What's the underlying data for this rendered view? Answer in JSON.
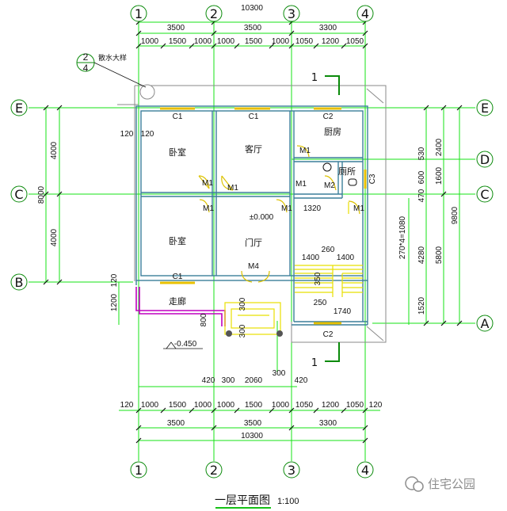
{
  "plan": {
    "title": "一层平面图",
    "scale": "1:100",
    "watermark": "住宅公园",
    "colors": {
      "grid": "#16e316",
      "wall": "#3b7f9a",
      "door": "#dcc200",
      "window": "#e8c000",
      "rail": "#c000c0",
      "stair": "#e8e000",
      "cut": "#0a8a0a"
    },
    "axes": {
      "vertical": [
        "1",
        "2",
        "3",
        "4"
      ],
      "horizontal": [
        "E",
        "D",
        "C",
        "B",
        "A"
      ]
    },
    "bubble_detail": {
      "top": "2",
      "bottom": "4",
      "note": "散水大样"
    },
    "section_mark": "1",
    "top_dims": {
      "total": "10300",
      "spans": [
        "3500",
        "3500",
        "3300"
      ],
      "segments": [
        "1000",
        "1500",
        "1000",
        "1000",
        "1500",
        "1000",
        "1050",
        "1200",
        "1050"
      ]
    },
    "bottom_dims": {
      "total": "10300",
      "spans": [
        "3500",
        "3500",
        "3300"
      ],
      "segments": [
        "120",
        "1000",
        "1500",
        "1000",
        "1000",
        "1500",
        "1000",
        "1050",
        "1200",
        "1050",
        "120"
      ],
      "entry": [
        "420",
        "300",
        "2060",
        "300",
        "420"
      ]
    },
    "left_dims": {
      "total": "8000",
      "spans": [
        "4000",
        "4000"
      ],
      "corridor": "1200",
      "wall_offset": "120"
    },
    "right_dims": {
      "outer": "9800",
      "col1": [
        "2400",
        "5800",
        "1520"
      ],
      "col2": [
        "530",
        "600",
        "1600",
        "470",
        "4280"
      ],
      "col3": [
        "270*4=1080"
      ]
    },
    "rooms": {
      "bedroom_top": "卧室",
      "living": "客厅",
      "kitchen": "厨房",
      "toilet": "厕所",
      "bedroom_bottom": "卧室",
      "foyer": "门厅",
      "corridor": "走廊"
    },
    "windows": [
      "C1",
      "C1",
      "C2",
      "C3",
      "C1",
      "C2"
    ],
    "doors": [
      "M1",
      "M1",
      "M1",
      "M1",
      "M1",
      "M1",
      "M2",
      "M1",
      "M4"
    ],
    "notes": {
      "wall_120a": "120",
      "wall_120b": "120",
      "floor_level": "±0.000",
      "outdoor_level": "-0.450",
      "d1320": "1320",
      "d1400a": "1400",
      "d260": "260",
      "d1400b": "1400",
      "d350": "350",
      "d250": "250",
      "d1740": "1740",
      "d300a": "300",
      "d300b": "300",
      "d800": "800",
      "d120b": "120"
    }
  }
}
